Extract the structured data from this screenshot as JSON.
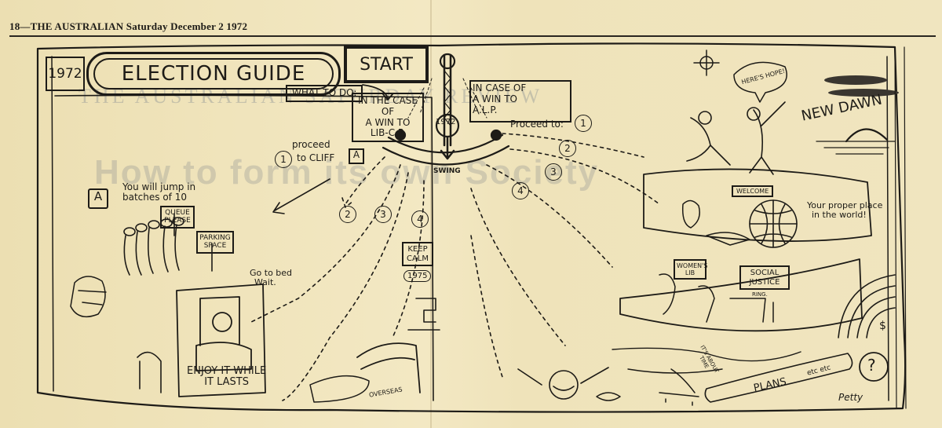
{
  "masthead": {
    "text": "18—THE AUSTRALIAN Saturday December 2 1972"
  },
  "background_print": {
    "banner": "THE AUSTRALIAN SATURDAY REVIEW",
    "headline": "How to form its own Society"
  },
  "cartoon": {
    "year_label": "1972",
    "title": "ELECTION GUIDE",
    "start_label": "START",
    "what_to_do": "WHAT TO DO:",
    "lib_cp_sign": [
      "IN THE CASE OF",
      "A WIN TO",
      "LIB-C.P."
    ],
    "alp_sign": [
      "IN CASE OF",
      "A WIN TO",
      "A.L.P."
    ],
    "proceed_to": "Proceed to:",
    "pointer_label": "1972",
    "swing_label": "SWING",
    "lib_instruction_proceed": "proceed",
    "lib_instruction_to_cliff": "to CLIFF",
    "cliff_marker": "A",
    "jump_text": [
      "You will jump in",
      "batches of 10"
    ],
    "queue_sign": [
      "QUEUE",
      "PLEASE"
    ],
    "parking_sign": [
      "PARKING",
      "SPACE"
    ],
    "bed_text": [
      "Go to bed",
      "Wait."
    ],
    "enjoy_text": [
      "ENJOY IT WHILE",
      "IT LASTS"
    ],
    "keep_calm_sign": [
      "KEEP",
      "CALM"
    ],
    "year_1975": "1975",
    "overseas_label": "OVERSEAS",
    "heres_hope": "HERE'S HOPE!",
    "new_dawn": "NEW DAWN",
    "welcome_sign": "WELCOME",
    "proper_place": [
      "Your proper place",
      "in the world!"
    ],
    "womens_lib_sign": [
      "WOMEN'S",
      "LIB"
    ],
    "social_justice_sign": [
      "SOCIAL",
      "JUSTICE"
    ],
    "ring_label": "RING.",
    "its_about_time": [
      "IT'S ABOUT",
      "TIME"
    ],
    "plans_text": "PLANS",
    "etc_text": "etc etc",
    "question_mark": "?",
    "dollar_sign": "$",
    "signature": "Petty",
    "numbers_left": [
      "1",
      "2",
      "3",
      "4"
    ],
    "numbers_right": [
      "1",
      "2",
      "3",
      "4"
    ]
  }
}
